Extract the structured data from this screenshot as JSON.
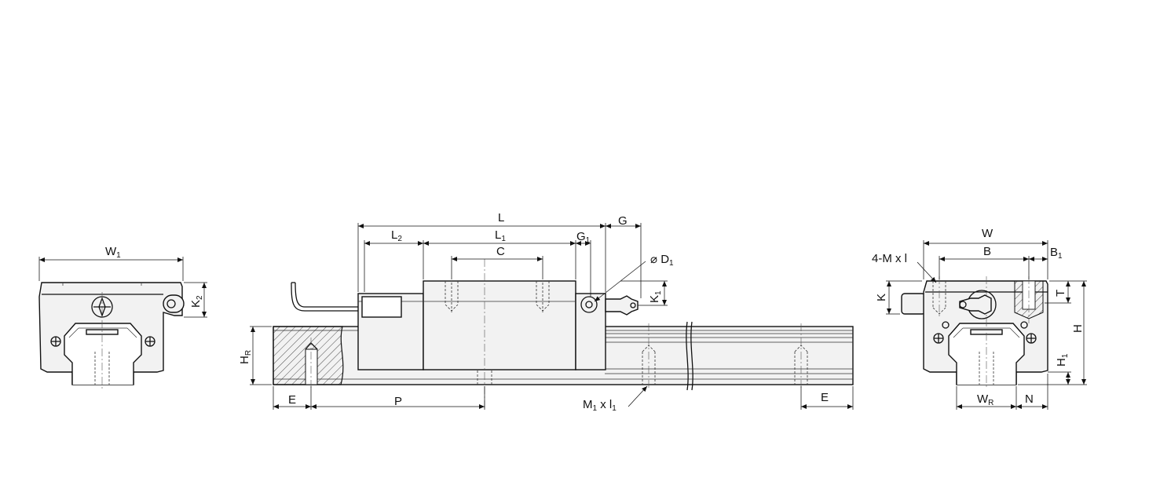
{
  "labels": {
    "W1": {
      "main": "W",
      "sub": "1"
    },
    "K2": {
      "main": "K",
      "sub": "2"
    },
    "L": {
      "main": "L",
      "sub": ""
    },
    "G": {
      "main": "G",
      "sub": ""
    },
    "L2": {
      "main": "L",
      "sub": "2"
    },
    "L1": {
      "main": "L",
      "sub": "1"
    },
    "G1": {
      "main": "G",
      "sub": "1"
    },
    "C": {
      "main": "C",
      "sub": ""
    },
    "D1": {
      "main": "⌀ D",
      "sub": "1"
    },
    "K1": {
      "main": "K",
      "sub": "1"
    },
    "HR": {
      "main": "H",
      "sub": "R"
    },
    "E_left": {
      "main": "E",
      "sub": ""
    },
    "P": {
      "main": "P",
      "sub": ""
    },
    "M1l1": {
      "main": "M",
      "sub": "1",
      "tail": " x ",
      "tail2": "l",
      "tail2sub": "1"
    },
    "E_right": {
      "main": "E",
      "sub": ""
    },
    "W": {
      "main": "W",
      "sub": ""
    },
    "MxL": {
      "main": "4-M x ",
      "tail": "l"
    },
    "B": {
      "main": "B",
      "sub": ""
    },
    "B1": {
      "main": "B",
      "sub": "1"
    },
    "K": {
      "main": "K",
      "sub": ""
    },
    "T": {
      "main": "T",
      "sub": ""
    },
    "H": {
      "main": "H",
      "sub": ""
    },
    "H1": {
      "main": "H",
      "sub": "1"
    },
    "WR": {
      "main": "W",
      "sub": "R"
    },
    "N": {
      "main": "N",
      "sub": ""
    }
  }
}
